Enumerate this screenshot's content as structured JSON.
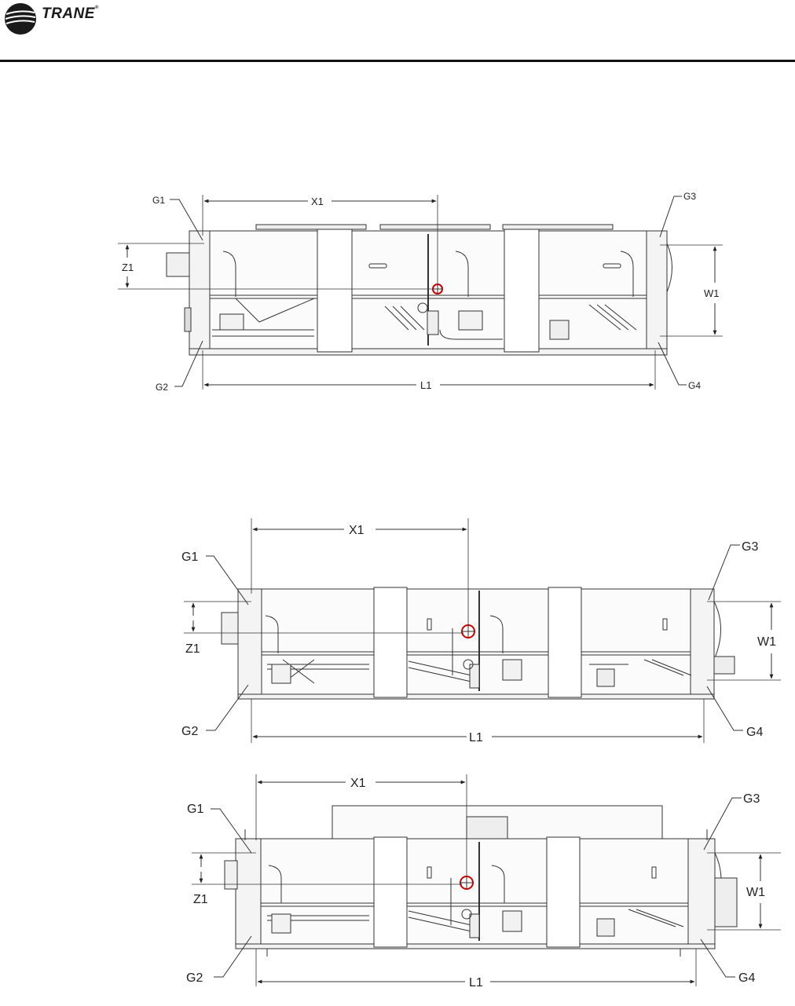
{
  "header": {
    "brand": "TRANE",
    "registered": "®"
  },
  "drawings": [
    {
      "labels": {
        "g1": "G1",
        "g2": "G2",
        "g3": "G3",
        "g4": "G4",
        "x1": "X1",
        "z1": "Z1",
        "w1": "W1",
        "l1": "L1"
      }
    },
    {
      "labels": {
        "g1": "G1",
        "g2": "G2",
        "g3": "G3",
        "g4": "G4",
        "x1": "X1",
        "z1": "Z1",
        "w1": "W1",
        "l1": "L1"
      }
    },
    {
      "labels": {
        "g1": "G1",
        "g2": "G2",
        "g3": "G3",
        "g4": "G4",
        "x1": "X1",
        "z1": "Z1",
        "w1": "W1",
        "l1": "L1"
      }
    }
  ]
}
